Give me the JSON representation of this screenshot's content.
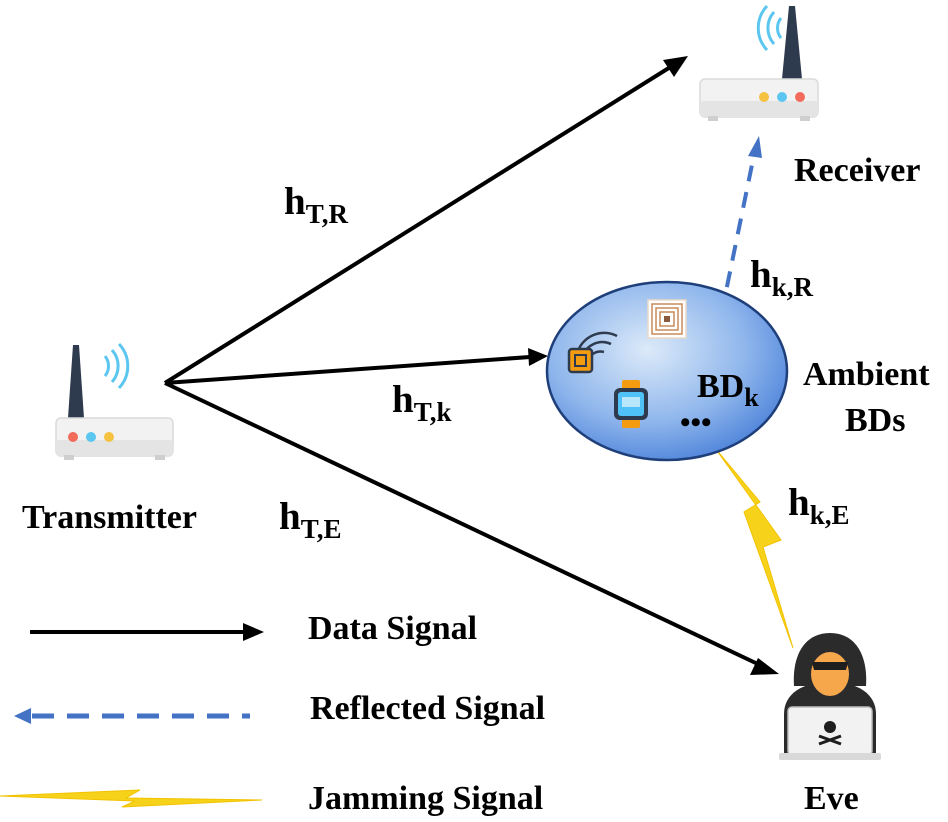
{
  "nodes": {
    "transmitter": "Transmitter",
    "receiver": "Receiver",
    "ambient_bds": [
      "Ambient",
      "BDs"
    ],
    "eve": "Eve"
  },
  "bd_cluster": {
    "bd_main": "BD",
    "bd_sub": "k",
    "ellipsis": "•••"
  },
  "channels": {
    "t_r": {
      "base": "h",
      "sub": "T,R"
    },
    "t_k": {
      "base": "h",
      "sub": "T,k"
    },
    "t_e": {
      "base": "h",
      "sub": "T,E"
    },
    "k_r": {
      "base": "h",
      "sub": "k,R"
    },
    "k_e": {
      "base": "h",
      "sub": "k,E"
    }
  },
  "legend": {
    "data": "Data Signal",
    "reflected": "Reflected Signal",
    "jamming": "Jamming Signal"
  },
  "colors": {
    "data_signal": "#000000",
    "reflected_signal": "#4472C4",
    "jamming_signal": "#F5D000",
    "bd_fill_center": "#D6E6F7",
    "bd_fill_edge": "#4F86DC",
    "router_body": "#F2F2F2",
    "antenna": "#2E3A4E",
    "wifi_waves": "#5BC6F0"
  },
  "icons": [
    "router-icon",
    "rfid-tag-icon",
    "nfc-card-icon",
    "smartwatch-icon",
    "hacker-icon"
  ]
}
